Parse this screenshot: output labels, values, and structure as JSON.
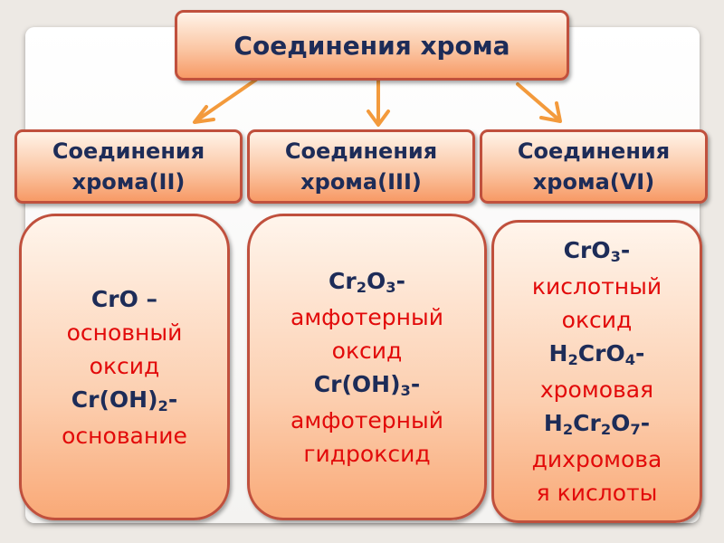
{
  "title": "Соединения хрома",
  "categories": [
    {
      "line1": "Соединения",
      "line2": "хрома(II)"
    },
    {
      "line1": "Соединения",
      "line2": "хрома(III)"
    },
    {
      "line1": "Соединения",
      "line2": "хрома(VI)"
    }
  ],
  "details": {
    "chromium_ii": {
      "cro": "CrO –",
      "cro_desc_1": "основный",
      "cro_desc_2": "оксид",
      "hydroxide_pre": "Cr(OH)",
      "hydroxide_sub": "2",
      "hydroxide_post": "-",
      "hydroxide_desc": "основание"
    },
    "chromium_iii": {
      "oxide_pre": "Cr",
      "oxide_sub1": "2",
      "oxide_mid": "O",
      "oxide_sub2": "3",
      "oxide_post": "-",
      "oxide_desc_1": "амфотерный",
      "oxide_desc_2": "оксид",
      "hydroxide_pre": "Cr(OH)",
      "hydroxide_sub": "3",
      "hydroxide_post": "-",
      "hydroxide_desc_1": "амфотерный",
      "hydroxide_desc_2": "гидроксид"
    },
    "chromium_vi": {
      "oxide_pre": "CrO",
      "oxide_sub": "3",
      "oxide_post": "-",
      "oxide_desc_1": "кислотный",
      "oxide_desc_2": "оксид",
      "acid1_pre": "H",
      "acid1_sub": "2",
      "acid1_mid": "CrO",
      "acid1_sub2": "4",
      "acid1_post": "-",
      "acid1_desc": "хромовая",
      "acid2_pre": "H",
      "acid2_sub1": "2",
      "acid2_mid1": "Cr",
      "acid2_sub2": "2",
      "acid2_mid2": "O",
      "acid2_sub3": "7",
      "acid2_post": "-",
      "acid2_desc_1": "дихромова",
      "acid2_desc_2": "я кислоты"
    }
  },
  "colors": {
    "border": "#c0503d",
    "heading_text": "#1d2c58",
    "description_text": "#e20a0a",
    "arrow": "#f39a3c"
  }
}
